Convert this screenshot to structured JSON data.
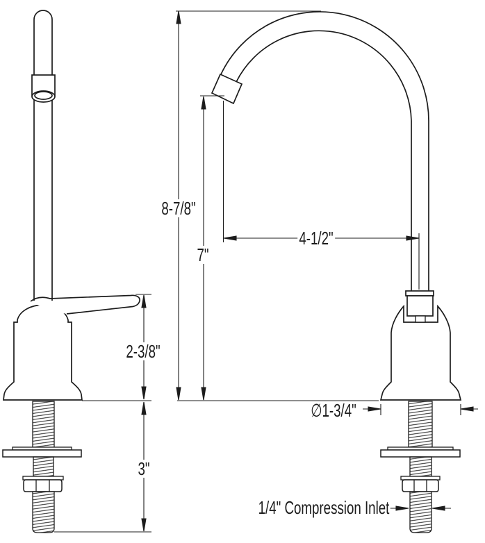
{
  "colors": {
    "line": "#1c1c1c",
    "background": "#ffffff"
  },
  "labels": {
    "overall_height": "8-7/8\"",
    "spout_outlet_height": "7\"",
    "spout_reach": "4-1/2\"",
    "handle_height": "2-3/8\"",
    "shank_length": "3\"",
    "base_diameter": "∅1-3/4\"",
    "inlet": "1/4\" Compression Inlet"
  }
}
